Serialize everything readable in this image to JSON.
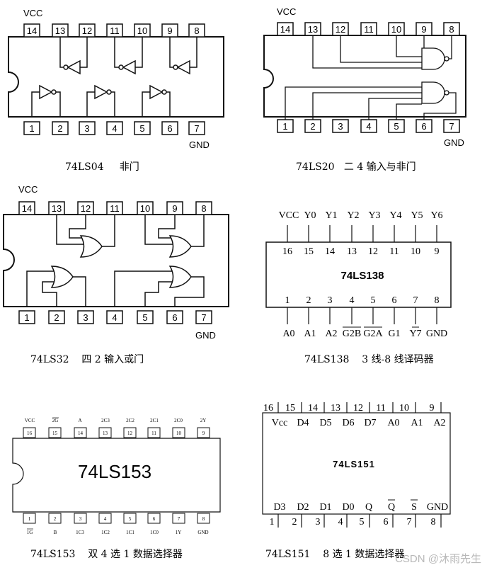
{
  "panels": {
    "ls04": {
      "vcc": "VCC",
      "gnd": "GND",
      "top_pins": [
        "14",
        "13",
        "12",
        "11",
        "10",
        "9",
        "8"
      ],
      "bottom_pins": [
        "1",
        "2",
        "3",
        "4",
        "5",
        "6",
        "7"
      ],
      "caption": "74LS04     非门"
    },
    "ls20": {
      "vcc": "VCC",
      "gnd": "GND",
      "top_pins": [
        "14",
        "13",
        "12",
        "11",
        "10",
        "9",
        "8"
      ],
      "bottom_pins": [
        "1",
        "2",
        "3",
        "4",
        "5",
        "6",
        "7"
      ],
      "caption": "74LS20   二 4 输入与非门"
    },
    "ls32": {
      "vcc": "VCC",
      "gnd": "GND",
      "top_pins": [
        "14",
        "13",
        "12",
        "11",
        "10",
        "9",
        "8"
      ],
      "bottom_pins": [
        "1",
        "2",
        "3",
        "4",
        "5",
        "6",
        "7"
      ],
      "caption": "74LS32    四 2 输入或门"
    },
    "ls138": {
      "top_labels": [
        "VCC",
        "Y0",
        "Y1",
        "Y2",
        "Y3",
        "Y4",
        "Y5",
        "Y6"
      ],
      "top_nums": [
        "16",
        "15",
        "14",
        "13",
        "12",
        "11",
        "10",
        "9"
      ],
      "chip_name": "74LS138",
      "bottom_nums": [
        "1",
        "2",
        "3",
        "4",
        "5",
        "6",
        "7",
        "8"
      ],
      "bottom_labels": [
        "A0",
        "A1",
        "A2",
        "G2B",
        "G2A",
        "G1",
        "Y7",
        "GND"
      ],
      "caption": "74LS138    3 线-8 线译码器"
    },
    "ls153": {
      "top_labels": [
        "VCC",
        "2G",
        "A",
        "2C3",
        "2C2",
        "2C1",
        "2C0",
        "2Y"
      ],
      "top_nums": [
        "16",
        "15",
        "14",
        "13",
        "12",
        "11",
        "10",
        "9"
      ],
      "chip_name": "74LS153",
      "bottom_nums": [
        "1",
        "2",
        "3",
        "4",
        "5",
        "6",
        "7",
        "8"
      ],
      "bottom_labels": [
        "1G",
        "B",
        "1C3",
        "1C2",
        "1C1",
        "1C0",
        "1Y",
        "GND"
      ],
      "caption": "74LS153    双 4 选 1 数据选择器"
    },
    "ls151": {
      "top_nums": [
        "16",
        "15",
        "14",
        "13",
        "12",
        "11",
        "10",
        "9"
      ],
      "top_labels": [
        "Vcc",
        "D4",
        "D5",
        "D6",
        "D7",
        "A0",
        "A1",
        "A2"
      ],
      "chip_name": "74LS151",
      "bottom_labels": [
        "D3",
        "D2",
        "D1",
        "D0",
        "Q",
        "Q",
        "S",
        "GND"
      ],
      "bottom_nums": [
        "1",
        "2",
        "3",
        "4",
        "5",
        "6",
        "7",
        "8"
      ],
      "caption": "74LS151    8 选 1 数据选择器"
    }
  },
  "watermark": "CSDN @沐雨先生"
}
